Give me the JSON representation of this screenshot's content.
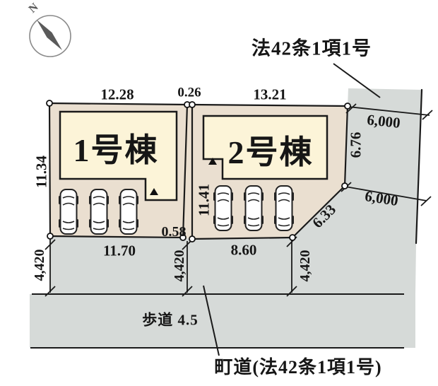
{
  "compass": {
    "north_label": "N"
  },
  "annotations": {
    "law_note_top": "法42条1項1号",
    "road_label": "町道(法42条1項1号)",
    "sidewalk_label": "歩道 4.5"
  },
  "buildings": [
    {
      "label": "1号棟"
    },
    {
      "label": "2号棟"
    }
  ],
  "dimensions": {
    "lot1_top": "12.28",
    "gap_top": "0.26",
    "lot2_top": "13.21",
    "lot1_left": "11.34",
    "lot2_left": "11.41",
    "gap_bottom": "0.58",
    "lot2_right": "6.76",
    "corner_cut": "6.33",
    "road_width_upper": "6,000",
    "road_width_lower": "6,000",
    "lot1_frontage": "11.70",
    "lot2_frontage": "8.60",
    "setbacks": [
      "4,420",
      "4,420",
      "4,420"
    ]
  },
  "colors": {
    "lot": "#eadfd0",
    "building": "#fcf4d8",
    "road": "#d6dad8",
    "line": "#1c1c1c"
  }
}
